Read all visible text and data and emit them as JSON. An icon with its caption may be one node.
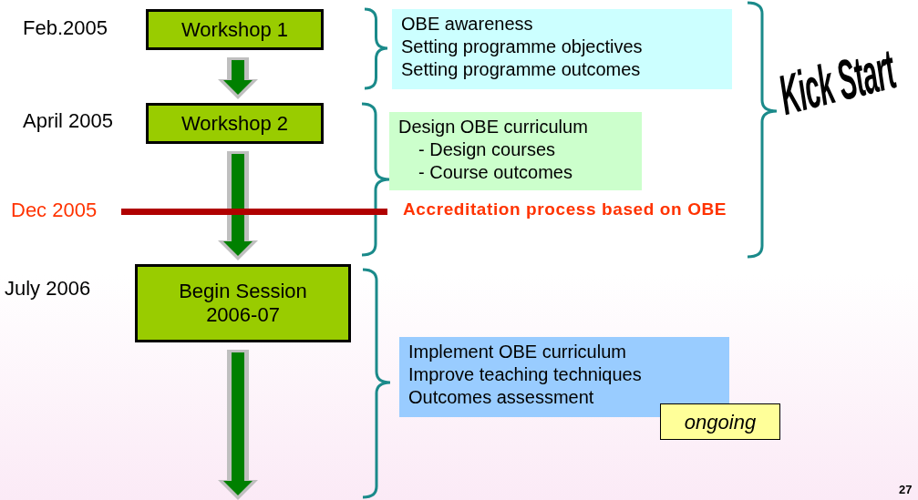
{
  "diagram": {
    "nodes": [
      {
        "text": [
          "Workshop 1"
        ],
        "beside": [
          "Feb.2005"
        ]
      },
      {
        "text": [
          "Workshop 2"
        ],
        "beside": [
          "April 2005"
        ]
      },
      {
        "text": [
          "Begin Session 2006-07"
        ],
        "beside": [
          "July 2006"
        ]
      },
      {
        "text": [
          "OBE awareness",
          "Setting programme objectives",
          "Setting programme outcomes"
        ]
      },
      {
        "text": [
          "Design OBE curriculum",
          "- Design courses",
          "- Course outcomes"
        ]
      },
      {
        "text": [
          "Implement OBE curriculum",
          "Improve teaching techniques",
          "Outcomes assessment"
        ]
      },
      {
        "text": [
          "ongoing"
        ]
      }
    ],
    "edges": [
      {
        "from": 0,
        "to": 1,
        "arrow": "to"
      },
      {
        "from": 1,
        "to": 2,
        "arrow": "to"
      },
      {
        "from": 2,
        "to": null,
        "arrow": "to"
      }
    ],
    "labels": [
      "Kick Start",
      "Dec 2005",
      "Accreditation process based on OBE",
      "27"
    ]
  }
}
